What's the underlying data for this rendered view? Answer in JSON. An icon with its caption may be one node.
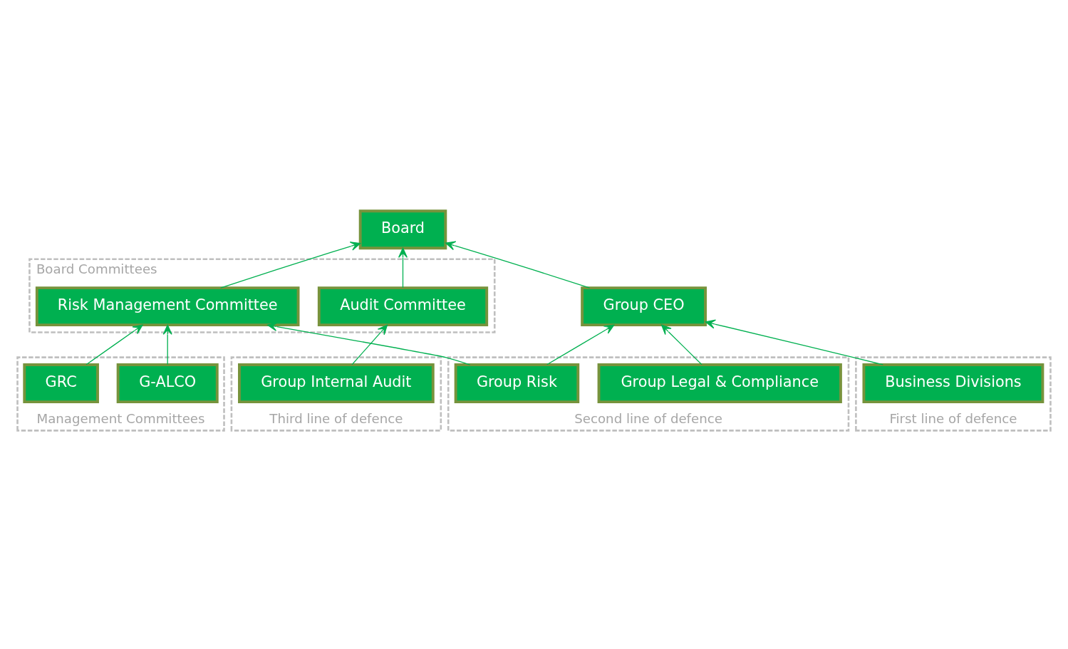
{
  "diagram": {
    "nodes": [
      {
        "text": [
          "Board"
        ]
      },
      {
        "text": [
          "Board Committees"
        ]
      },
      {
        "text": [
          "Risk Management Committee"
        ],
        "in": 1
      },
      {
        "text": [
          "Audit Committee"
        ],
        "in": 1
      },
      {
        "text": [
          "Management Committees"
        ]
      },
      {
        "text": [
          "G-ALCO"
        ],
        "in": 4
      },
      {
        "text": [
          "GRC"
        ],
        "in": 4
      },
      {
        "text": [
          "Group CEO"
        ]
      },
      {
        "text": [
          "First line of defence"
        ]
      },
      {
        "text": [
          "Business Divisions"
        ],
        "in": 8
      },
      {
        "text": [
          "Second line of defence"
        ]
      },
      {
        "text": [
          "Group Risk"
        ],
        "in": 10
      },
      {
        "text": [
          "Group Legal & Compliance"
        ],
        "in": 10
      },
      {
        "text": [
          "Third line of defence"
        ]
      },
      {
        "text": [
          "Group Internal Audit"
        ],
        "in": 13
      }
    ],
    "edges": [
      {
        "from": 2,
        "to": 0,
        "arrow": "to"
      },
      {
        "from": 7,
        "to": 0,
        "arrow": "to"
      },
      {
        "from": 3,
        "to": 0,
        "arrow": "to"
      },
      {
        "from": 5,
        "to": 2,
        "arrow": "to"
      },
      {
        "from": 6,
        "to": 2,
        "arrow": "to"
      },
      {
        "from": 11,
        "to": 2,
        "arrow": "to"
      },
      {
        "from": 9,
        "to": 7,
        "arrow": "to"
      },
      {
        "from": 11,
        "to": 7,
        "arrow": "to"
      },
      {
        "from": 12,
        "to": 7,
        "arrow": "to"
      },
      {
        "from": 14,
        "to": 3,
        "arrow": "to"
      }
    ]
  }
}
